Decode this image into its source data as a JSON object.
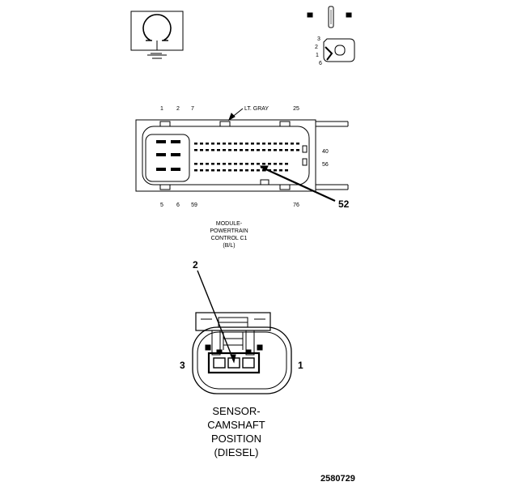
{
  "legend": {
    "pin_numbers": [
      "3",
      "2",
      "1",
      "6"
    ]
  },
  "pcm_connector": {
    "top_pins": [
      "1",
      "2",
      "7",
      "25"
    ],
    "color_label": "LT. GRAY",
    "right_pins": [
      "40",
      "56"
    ],
    "bottom_pins": [
      "5",
      "6",
      "59",
      "76"
    ],
    "callout_pin": "52",
    "caption": [
      "MODULE-",
      "POWERTRAIN",
      "CONTROL C1",
      "(B/L)"
    ]
  },
  "cmp_connector": {
    "callout_pin": "2",
    "left_pin": "3",
    "right_pin": "1",
    "caption": [
      "SENSOR-",
      "CAMSHAFT",
      "POSITION",
      "(DIESEL)"
    ]
  },
  "figure_id": "2580729"
}
